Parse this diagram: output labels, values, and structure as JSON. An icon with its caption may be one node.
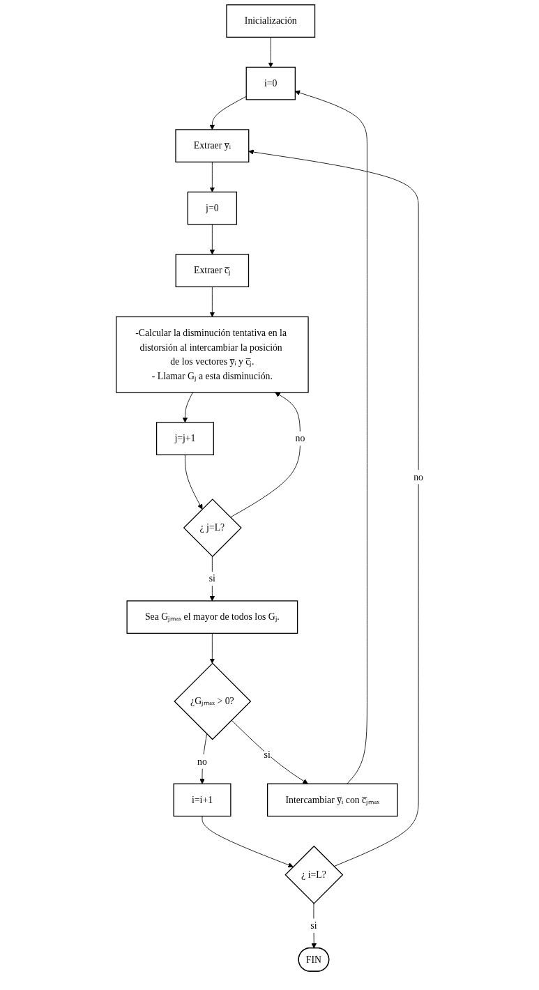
{
  "diagram": {
    "nodes": [
      {
        "text": [
          "Inicialización"
        ]
      },
      {
        "text": [
          "i=0"
        ]
      },
      {
        "text": [
          "Extraer y̅ᵢ"
        ]
      },
      {
        "text": [
          "j=0"
        ]
      },
      {
        "text": [
          "Extraer c̅ⱼ"
        ]
      },
      {
        "text": [
          "-Calcular la disminución tentativa en la distorsión al intercambiar la posición de los vectores y̅ᵢ y c̅ⱼ.",
          "- Llamar Gⱼ a esta disminución."
        ]
      },
      {
        "text": [
          "j=j+1"
        ]
      },
      {
        "text": [
          "¿ j=L?"
        ]
      },
      {
        "text": [
          "Sea Gⱼₘₐₓ el mayor de todos los Gⱼ."
        ]
      },
      {
        "text": [
          "¿Gⱼₘₐₓ > 0?"
        ]
      },
      {
        "text": [
          "i=i+1"
        ]
      },
      {
        "text": [
          "¿ i=L?"
        ]
      },
      {
        "text": [
          "FIN"
        ]
      },
      {
        "text": [
          "Intercambiar y̅ᵢ con c̅ⱼₘₐₓ"
        ]
      }
    ],
    "edges": [
      {
        "from": 0,
        "to": 1,
        "arrow": "to"
      },
      {
        "from": 1,
        "to": 2,
        "arrow": "to"
      },
      {
        "from": 2,
        "to": 3,
        "arrow": "to"
      },
      {
        "from": 3,
        "to": 4,
        "arrow": "to"
      },
      {
        "from": 4,
        "to": 5,
        "arrow": "to"
      },
      {
        "from": 5,
        "to": 6,
        "arrow": "to"
      },
      {
        "from": 6,
        "to": 7,
        "arrow": "to"
      },
      {
        "from": 7,
        "to": 5,
        "arrow": "to",
        "label": "no"
      },
      {
        "from": 7,
        "to": 8,
        "arrow": "to",
        "label": "si"
      },
      {
        "from": 8,
        "to": 9,
        "arrow": "to"
      },
      {
        "from": 9,
        "to": 10,
        "arrow": "to",
        "label": "no"
      },
      {
        "from": 10,
        "to": 11,
        "arrow": "to"
      },
      {
        "from": 11,
        "to": 2,
        "arrow": "to",
        "label": "no"
      },
      {
        "from": 11,
        "to": 12,
        "arrow": "to",
        "label": "si"
      },
      {
        "from": 9,
        "to": 13,
        "arrow": "to",
        "label": "si"
      },
      {
        "from": 13,
        "to": 1,
        "arrow": "to"
      }
    ]
  }
}
